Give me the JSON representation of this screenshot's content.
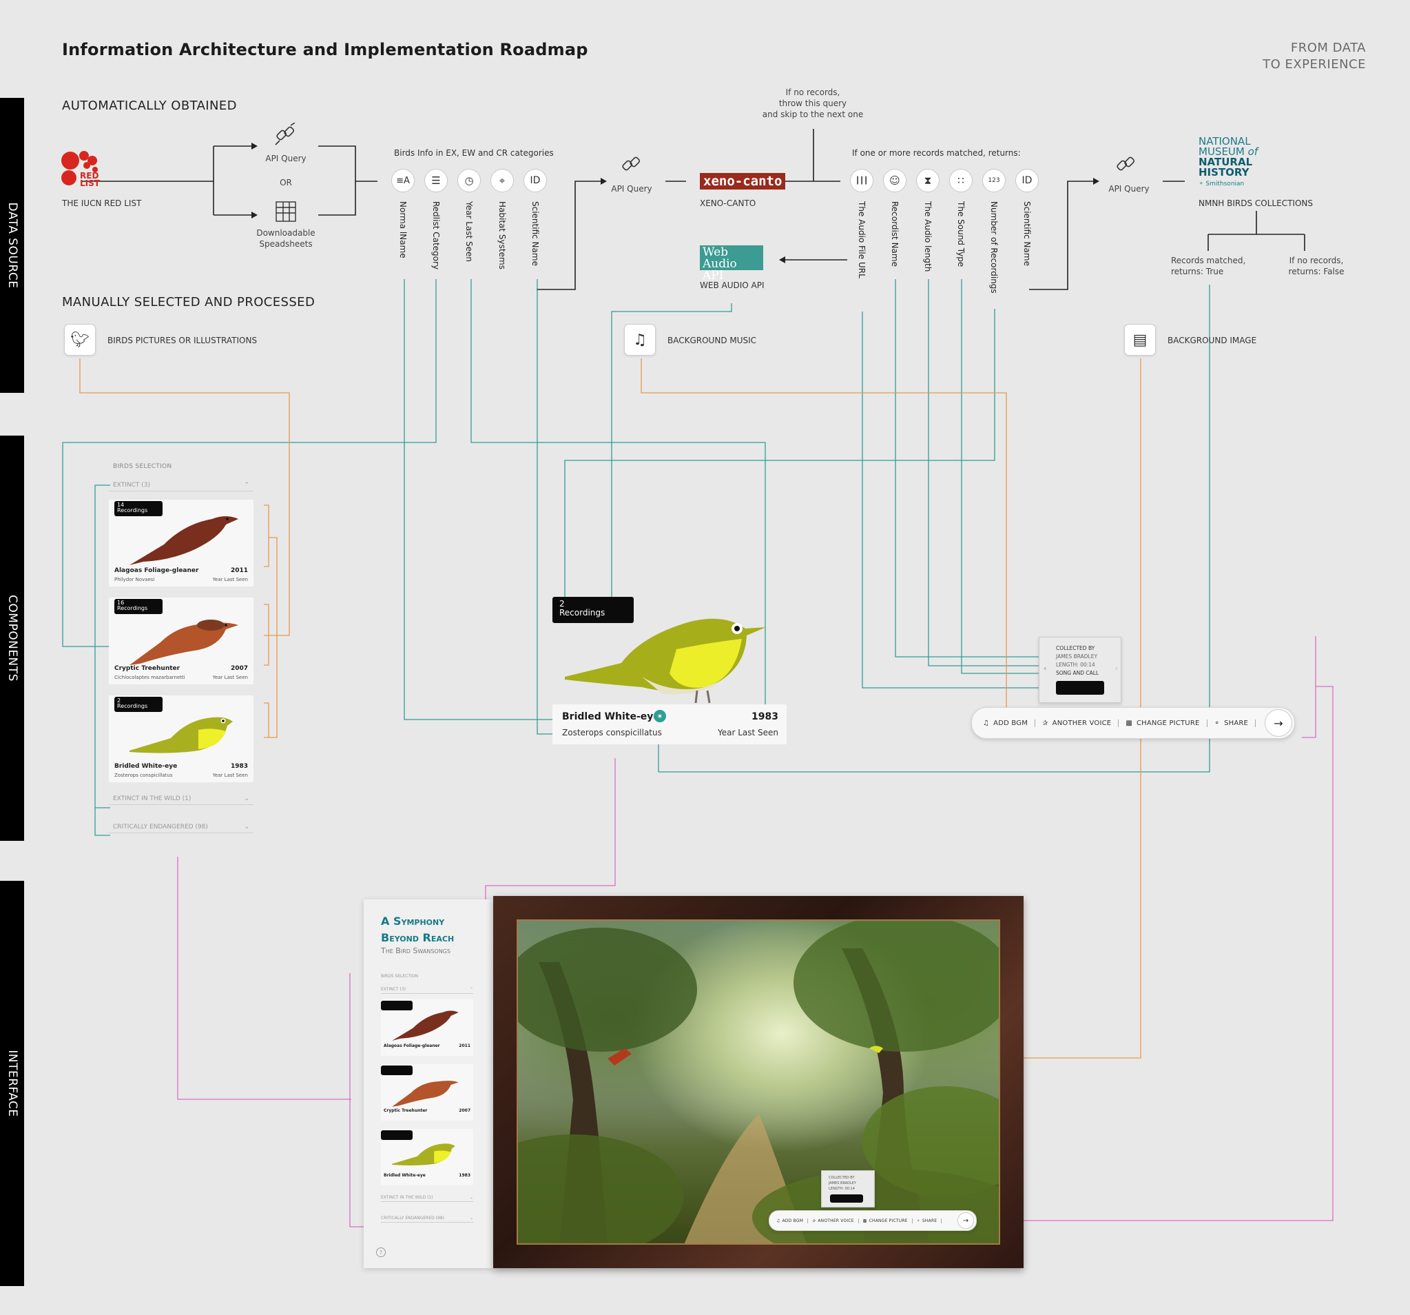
{
  "header": {
    "title": "Information Architecture and Implementation Roadmap",
    "tagline_line1": "FROM DATA",
    "tagline_line2": "TO EXPERIENCE"
  },
  "sections": {
    "data_source": "DATA SOURCE",
    "components": "COMPONENTS",
    "interface": "INTERFACE"
  },
  "auto": {
    "heading": "AUTOMATICALLY OBTAINED",
    "iucn": {
      "logo_text1": "RED",
      "logo_text2": "LIST",
      "label": "THE IUCN RED LIST"
    },
    "api_query": "API Query",
    "or": "OR",
    "download_line1": "Downloadable",
    "download_line2": "Speadsheets",
    "birds_info_label": "Birds Info in EX, EW and CR categories",
    "birds_info_fields": [
      {
        "icon": "text-icon",
        "glyph": "≡A",
        "label": "Norma lName"
      },
      {
        "icon": "list-icon",
        "glyph": "☰",
        "label": "Redlist Category"
      },
      {
        "icon": "clock-icon",
        "glyph": "◷",
        "label": "Year Last Seen"
      },
      {
        "icon": "location-pin-icon",
        "glyph": "⌖",
        "label": "Habitat Systems"
      },
      {
        "icon": "id-icon",
        "glyph": "ID",
        "label": "Scientific Name"
      }
    ],
    "api_query_2": "API Query",
    "xeno": {
      "logo": "xeno-canto",
      "label": "XENO-CANTO"
    },
    "no_records_line1": "If no records,",
    "no_records_line2": "throw this query",
    "no_records_line3": "and skip to the next one",
    "records_label": "If one or more records matched, returns:",
    "record_fields": [
      {
        "icon": "waveform-icon",
        "glyph": "┃┃┃",
        "label": "The Audio File URL"
      },
      {
        "icon": "person-icon",
        "glyph": "☺",
        "label": "Recordist Name"
      },
      {
        "icon": "hourglass-icon",
        "glyph": "⧗",
        "label": "The Audio length"
      },
      {
        "icon": "grid-icon",
        "glyph": "∷",
        "label": "The Sound Type"
      },
      {
        "icon": "number-icon",
        "glyph": "123",
        "label": "Number of Recordings"
      },
      {
        "icon": "id-icon",
        "glyph": "ID",
        "label": "Scientific Name"
      }
    ],
    "webaudio": {
      "logo_line1": "Web Audio",
      "logo_line2": "API",
      "label": "WEB AUDIO API"
    },
    "api_query_3": "API Query",
    "nmnh": {
      "line1": "NATIONAL",
      "line2": "MUSEUM",
      "line2b": "of",
      "line3": "NATURAL",
      "line4": "HISTORY",
      "line5": "Smithsonian",
      "label": "NMNH BIRDS COLLECTIONS"
    },
    "match_true_line1": "Records matched,",
    "match_true_line2": "returns: True",
    "match_false_line1": "If no records,",
    "match_false_line2": "returns: False"
  },
  "manual": {
    "heading": "MANUALLY SELECTED AND PROCESSED",
    "pictures": "BIRDS PICTURES OR ILLUSTRATIONS",
    "music": "BACKGROUND MUSIC",
    "image": "BACKGROUND IMAGE"
  },
  "selection": {
    "heading": "BIRDS SELECTION",
    "extinct": "EXTINCT (3)",
    "extinct_wild": "EXTINCT IN THE WILD (1)",
    "critically": "CRITICALLY ENDANGERED (98)",
    "cards": [
      {
        "name": "Alagoas Foliage-gleaner",
        "sci": "Philydor Novaesi",
        "year": "2011",
        "yl": "Year Last Seen",
        "rec_count": "14",
        "rec_label": "Recordings",
        "color": "#7a2e1d"
      },
      {
        "name": "Cryptic Treehunter",
        "sci": "Cichlocolaptes mazarbarnetti",
        "year": "2007",
        "yl": "Year Last Seen",
        "rec_count": "16",
        "rec_label": "Recordings",
        "color": "#b3542b"
      },
      {
        "name": "Bridled White-eye",
        "sci": "Zosterops conspicillatus",
        "year": "1983",
        "yl": "Year Last Seen",
        "rec_count": "2",
        "rec_label": "Recordings",
        "color": "#a8b020"
      }
    ]
  },
  "big_card": {
    "name": "Bridled White-eye",
    "sci": "Zosterops conspicillatus",
    "year": "1983",
    "yl": "Year Last Seen",
    "rec_count": "2",
    "rec_label": "Recordings"
  },
  "collected": {
    "line1": "COLLECTED BY",
    "line2": "JAMES BRADLEY",
    "line3": "LENGTH: 00:14",
    "line4": "SONG AND CALL"
  },
  "toolbar": {
    "add_bgm": "ADD BGM",
    "another_voice": "ANOTHER VOICE",
    "change_picture": "CHANGE PICTURE",
    "share": "SHARE",
    "next": "→"
  },
  "app": {
    "title1": "A Symphony",
    "title2": "Beyond Reach",
    "subtitle": "The Bird Swansongs",
    "help": "?"
  },
  "colors": {
    "teal": "#2f9e94",
    "orange": "#e39a4f",
    "pink": "#d76fc4",
    "xeno": "#9a2a1c",
    "iucn_red": "#d7261f"
  }
}
